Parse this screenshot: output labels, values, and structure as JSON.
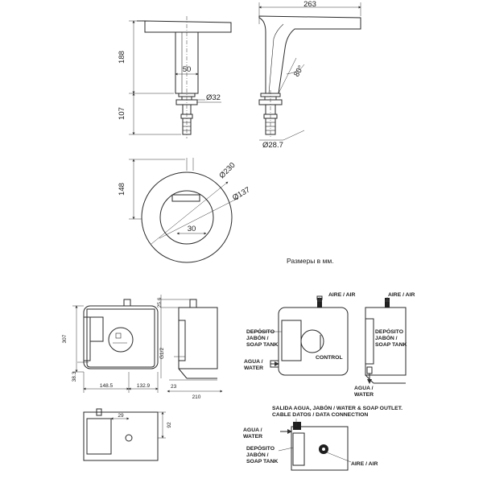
{
  "top": {
    "dims": {
      "height_spout": "188",
      "height_shank": "107",
      "body_width": "50",
      "thread_dia": "Ø32",
      "reach": "263",
      "angle": "80°",
      "base_dia": "Ø28.7",
      "plate_height": "148",
      "plate_outer": "Ø230",
      "plate_inner": "Ø137",
      "plate_slot": "30"
    },
    "note": "Размеры в мм."
  },
  "bottom_left": {
    "dims": {
      "height": "307",
      "top_offset": "25.6",
      "left_offset": "38.3",
      "width_a": "148.5",
      "width_b": "132.9",
      "depth": "210",
      "depth_small": "23",
      "outlet_dia": "G1/2",
      "plan_a": "29",
      "plan_b": "92"
    }
  },
  "bottom_right": {
    "labels": {
      "air_top_1": "AIRE / AIR",
      "air_top_2": "AIRE / AIR",
      "soap_tank_1a": "DEPÓSITO",
      "soap_tank_1b": "JABÓN /",
      "soap_tank_1c": "SOAP TANK",
      "soap_tank_2a": "DEPÓSITO",
      "soap_tank_2b": "JABÓN /",
      "soap_tank_2c": "SOAP TANK",
      "water_1a": "AGUA /",
      "water_1b": "WATER",
      "water_2a": "AGUA /",
      "water_2b": "WATER",
      "control": "CONTROL",
      "outlet_line1": "SALIDA AGUA, JABÓN / WATER & SOAP OUTLET.",
      "outlet_line2": "CABLE DATOS / DATA CONNECTION",
      "water_3a": "AGUA /",
      "water_3b": "WATER",
      "soap_tank_3a": "DEPÓSITO",
      "soap_tank_3b": "JABÓN /",
      "soap_tank_3c": "SOAP TANK",
      "air_bottom": "AIRE / AIR"
    }
  }
}
